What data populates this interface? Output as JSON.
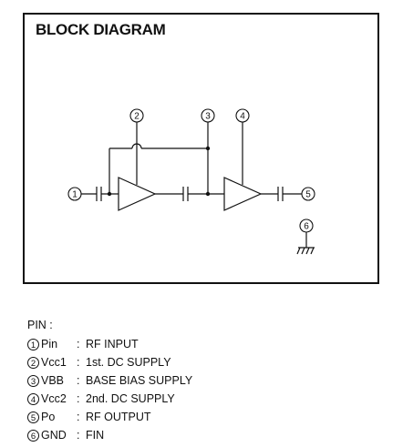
{
  "block": {
    "title": "BLOCK DIAGRAM"
  },
  "pin_markers": [
    "1",
    "2",
    "3",
    "4",
    "5",
    "6"
  ],
  "pins": {
    "heading": "PIN :",
    "list": [
      {
        "num": "1",
        "name": "Pin",
        "desc": "RF INPUT"
      },
      {
        "num": "2",
        "name": "Vcc1",
        "desc": "1st. DC SUPPLY"
      },
      {
        "num": "3",
        "name": "VBB",
        "desc": "BASE BIAS SUPPLY"
      },
      {
        "num": "4",
        "name": "Vcc2",
        "desc": "2nd. DC SUPPLY"
      },
      {
        "num": "5",
        "name": "Po",
        "desc": "RF OUTPUT"
      },
      {
        "num": "6",
        "name": "GND",
        "desc": "FIN"
      }
    ]
  }
}
